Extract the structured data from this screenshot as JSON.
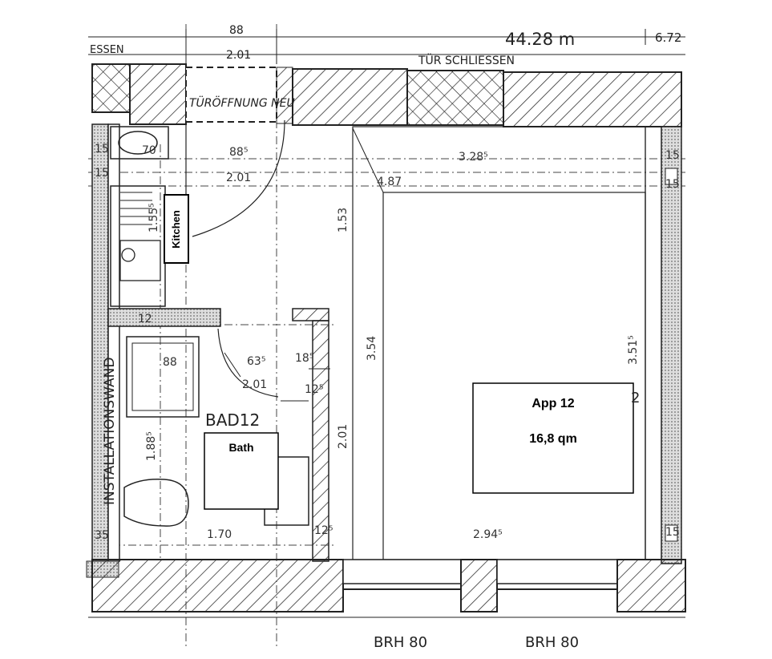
{
  "top": {
    "total_length": "44.28 m",
    "partial_right": "6.72",
    "partial_top": "88",
    "left_fragment": "ESSEN",
    "door_label": "TÜR SCHLIESSEN",
    "door_width": "2.01",
    "opening_label": "TÜRÖFFNUNG NEU"
  },
  "rooms": {
    "apartment_id": "App 12",
    "apartment_area": "16,8 qm",
    "kitchen": "Kitchen",
    "bath_label": "Bath",
    "bath_room": "BAD12",
    "wall_label": "INSTALLATIONSWAND",
    "room_fragment": "2"
  },
  "dimensions": {
    "d70": "70",
    "d88a": "88⁵",
    "d328": "3.28⁵",
    "d201a": "2.01",
    "d487": "4.87",
    "d155": "1.55⁵",
    "d153": "1.53",
    "d12": "12",
    "d88b": "88",
    "d635": "63⁵",
    "d185": "18⁵",
    "d201b": "2.01",
    "d125a": "12⁵",
    "d354": "3.54",
    "d3515": "3.51⁵",
    "d201c": "2.01",
    "d188": "1.88⁵",
    "d170": "1.70",
    "d125b": "12⁵",
    "d2945": "2.94⁵",
    "d15a": "15",
    "d15b": "15",
    "d15c": "15",
    "d15d": "15",
    "d15e": "15",
    "d35": "35"
  },
  "windows": {
    "left": "BRH 80",
    "right": "BRH 80"
  }
}
